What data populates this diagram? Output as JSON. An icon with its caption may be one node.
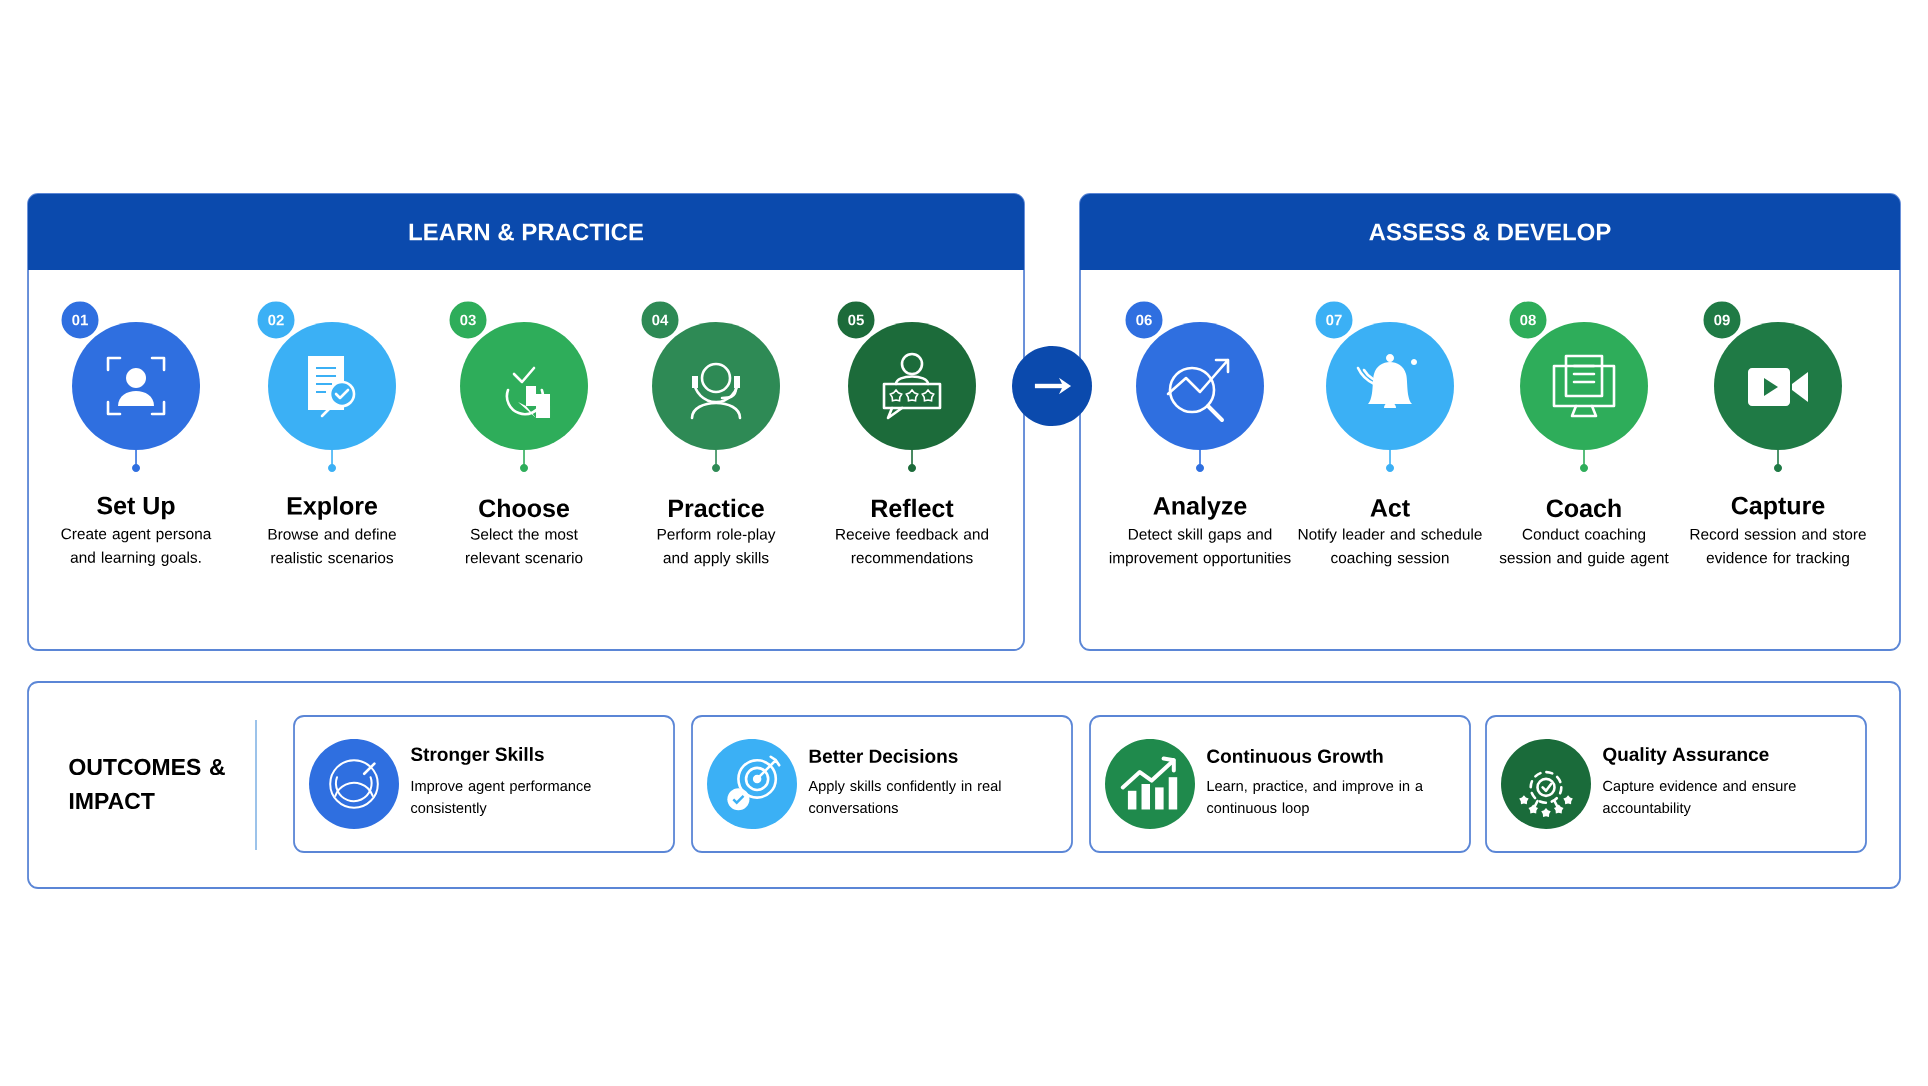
{
  "diagram": {
    "nodes": [
      {
        "text": [
          "LEARN & PRACTICE"
        ]
      },
      {
        "text": [
          "01",
          "Set Up",
          "Create agent persona and learning goals."
        ],
        "in": 0
      },
      {
        "text": [
          "02",
          "Explore",
          "Browse and define realistic scenarios"
        ],
        "in": 0
      },
      {
        "text": [
          "03",
          "Choose",
          "Select the most relevant scenario"
        ],
        "in": 0
      },
      {
        "text": [
          "04",
          "Practice",
          "Perform role-play and apply skills"
        ],
        "in": 0
      },
      {
        "text": [
          "05",
          "Reflect",
          "Receive feedback and recommendations"
        ],
        "in": 0
      },
      {
        "text": [
          "ASSESS & DEVELOP"
        ]
      },
      {
        "text": [
          "06",
          "Analyze",
          "Detect skill gaps and improvement opportunities"
        ],
        "in": 6
      },
      {
        "text": [
          "07",
          "Act",
          "Notify leader and schedule coaching session"
        ],
        "in": 6
      },
      {
        "text": [
          "08",
          "Coach",
          "Conduct coaching session and guide agent"
        ],
        "in": 6
      },
      {
        "text": [
          "09",
          "Capture",
          "Record session and store evidence for tracking"
        ],
        "in": 6
      },
      {
        "text": [
          "OUTCOMES & IMPACT"
        ]
      },
      {
        "text": [
          "Stronger Skills",
          "Improve agent performance consistently"
        ],
        "in": 11
      },
      {
        "text": [
          "Better Decisions",
          "Apply skills confidently in real conversations"
        ],
        "in": 11
      },
      {
        "text": [
          "Continuous Growth",
          "Learn, practice, and improve in a continuous loop"
        ],
        "in": 11
      },
      {
        "text": [
          "Quality Assurance",
          "Capture evidence and ensure accountability"
        ],
        "in": 11
      }
    ],
    "edges": [
      {
        "from": 0,
        "to": 6,
        "arrow": "to"
      }
    ]
  }
}
